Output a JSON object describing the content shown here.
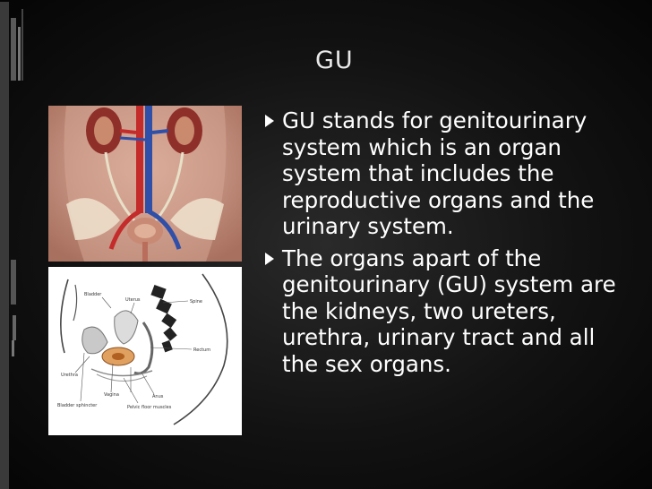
{
  "slide": {
    "title": "GU",
    "bullets": [
      "GU stands for genitourinary system which is an organ system that includes the reproductive organs and the urinary system.",
      "The organs apart of the genitourinary (GU) system are the kidneys, two ureters, urethra, urinary tract and all the sex organs."
    ]
  },
  "diagram": {
    "labels": [
      "Bladder",
      "Uterus",
      "Spine",
      "Rectum",
      "Urethra",
      "Vagina",
      "Anus",
      "Bladder sphincter",
      "Pelvic floor muscles"
    ]
  },
  "colors": {
    "background": "#121212",
    "text": "#ffffff",
    "accent_bar": "#6f6f6f"
  }
}
